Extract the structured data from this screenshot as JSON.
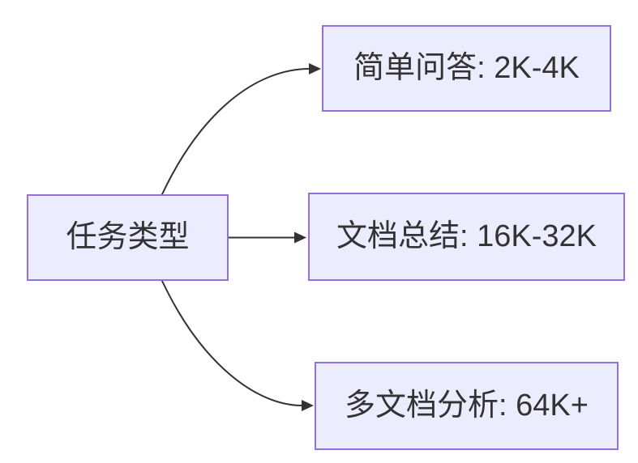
{
  "diagram": {
    "type": "flowchart",
    "direction": "left-to-right",
    "colors": {
      "background": "#ffffff",
      "node_fill": "#ECECFF",
      "node_border": "#9370DB",
      "edge": "#333333",
      "text": "#333333"
    },
    "nodes": [
      {
        "id": "root",
        "label": "任务类型"
      },
      {
        "id": "qa",
        "label": "简单问答: 2K-4K"
      },
      {
        "id": "summary",
        "label": "文档总结: 16K-32K"
      },
      {
        "id": "multidoc",
        "label": "多文档分析: 64K+"
      }
    ],
    "edges": [
      {
        "from": "root",
        "to": "qa"
      },
      {
        "from": "root",
        "to": "summary"
      },
      {
        "from": "root",
        "to": "multidoc"
      }
    ]
  }
}
